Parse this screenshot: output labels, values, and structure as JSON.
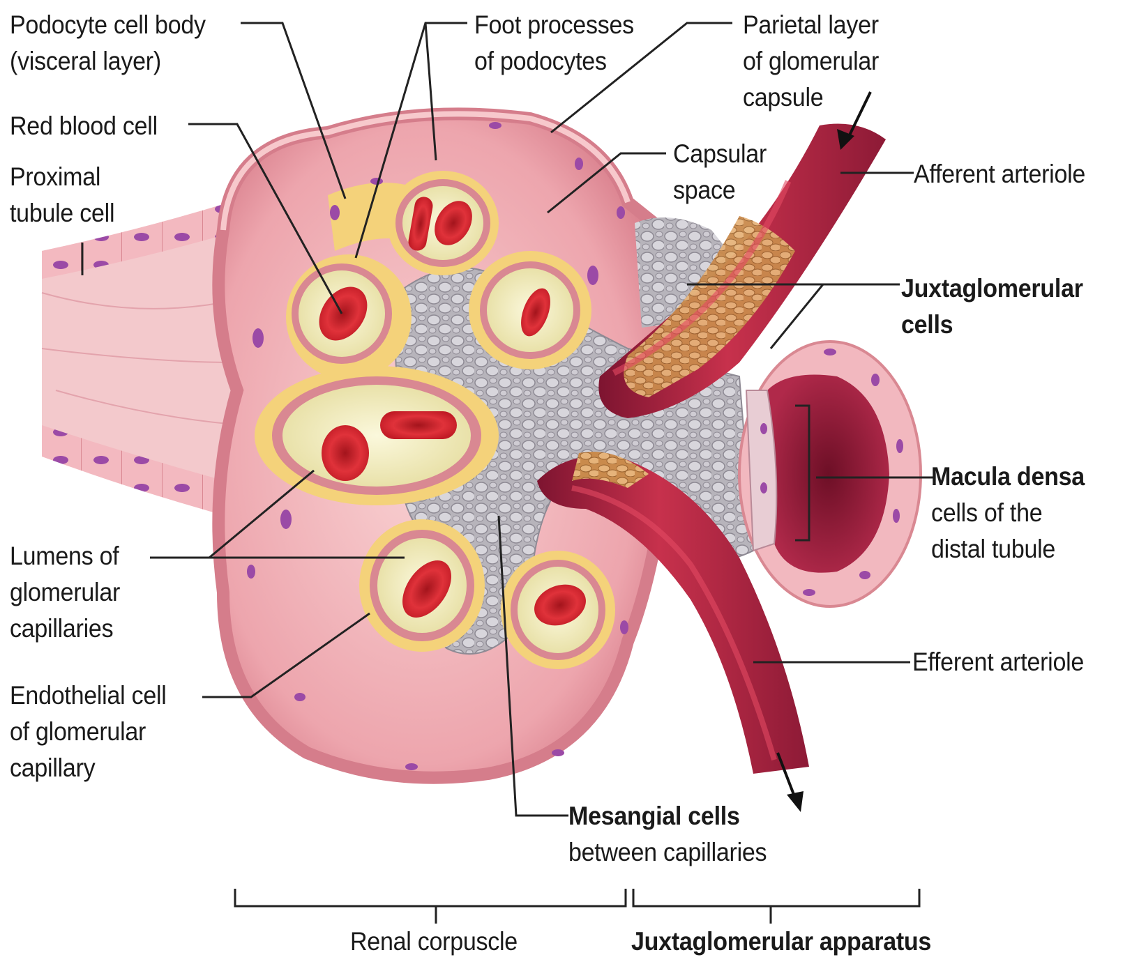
{
  "labels": {
    "podocyte_cell_body": {
      "line1": "Podocyte cell body",
      "line2": "(visceral layer)"
    },
    "foot_processes": {
      "line1": "Foot processes",
      "line2": "of podocytes"
    },
    "parietal_layer": {
      "line1": "Parietal layer",
      "line2": "of glomerular",
      "line3": "capsule"
    },
    "red_blood_cell": {
      "line1": "Red blood cell"
    },
    "capsular_space": {
      "line1": "Capsular",
      "line2": "space"
    },
    "afferent_arteriole": {
      "line1": "Afferent arteriole"
    },
    "proximal_tubule_cell": {
      "line1": "Proximal",
      "line2": "tubule cell"
    },
    "juxtaglomerular_cells": {
      "line1": "Juxtaglomerular",
      "line2": "cells"
    },
    "macula_densa": {
      "line1": "Macula densa",
      "line2": "cells of the",
      "line3": "distal tubule"
    },
    "lumens": {
      "line1": "Lumens of",
      "line2": "glomerular",
      "line3": "capillaries"
    },
    "efferent_arteriole": {
      "line1": "Efferent arteriole"
    },
    "endothelial_cell": {
      "line1": "Endothelial cell",
      "line2": "of glomerular",
      "line3": "capillary"
    },
    "mesangial_cells": {
      "line1": "Mesangial cells",
      "line2": "between capillaries"
    },
    "renal_corpuscle": {
      "line1": "Renal corpuscle"
    },
    "juxtaglomerular_apparatus": {
      "line1": "Juxtaglomerular apparatus"
    }
  },
  "colors": {
    "capsule_pink": "#e9a0a8",
    "capsule_light": "#f4c3c6",
    "podocyte_yellow": "#f4d27a",
    "lumen_cream": "#f3efc4",
    "rbc_red": "#d7262e",
    "arteriole_red": "#a8213c",
    "mesangial_gray": "#c2bfc6",
    "nucleus_purple": "#9b4aa6",
    "jg_tan": "#d9a062",
    "leader_line": "#222222"
  }
}
